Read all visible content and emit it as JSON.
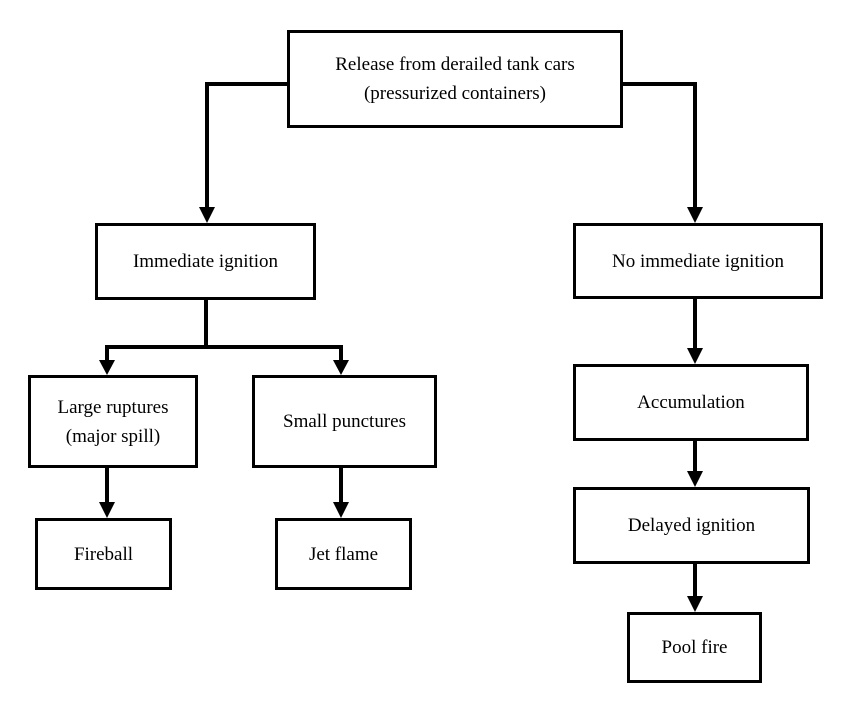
{
  "diagram": {
    "type": "flowchart",
    "orientation": "top-down"
  },
  "nodes": {
    "release": {
      "line1": "Release from derailed tank cars",
      "line2": "(pressurized containers)"
    },
    "immediate_ignition": {
      "label": "Immediate ignition"
    },
    "no_immediate_ignition": {
      "label": "No immediate ignition"
    },
    "large_ruptures": {
      "line1": "Large ruptures",
      "line2": "(major spill)"
    },
    "small_punctures": {
      "label": "Small punctures"
    },
    "fireball": {
      "label": "Fireball"
    },
    "jet_flame": {
      "label": "Jet flame"
    },
    "accumulation": {
      "label": "Accumulation"
    },
    "delayed_ignition": {
      "label": "Delayed ignition"
    },
    "pool_fire": {
      "label": "Pool fire"
    }
  },
  "edges": [
    {
      "from": "release",
      "to": "immediate_ignition"
    },
    {
      "from": "release",
      "to": "no_immediate_ignition"
    },
    {
      "from": "immediate_ignition",
      "to": "large_ruptures"
    },
    {
      "from": "immediate_ignition",
      "to": "small_punctures"
    },
    {
      "from": "large_ruptures",
      "to": "fireball"
    },
    {
      "from": "small_punctures",
      "to": "jet_flame"
    },
    {
      "from": "no_immediate_ignition",
      "to": "accumulation"
    },
    {
      "from": "accumulation",
      "to": "delayed_ignition"
    },
    {
      "from": "delayed_ignition",
      "to": "pool_fire"
    }
  ],
  "colors": {
    "line": "#000000",
    "text": "#000000",
    "background": "#ffffff",
    "box_fill": "#ffffff"
  }
}
